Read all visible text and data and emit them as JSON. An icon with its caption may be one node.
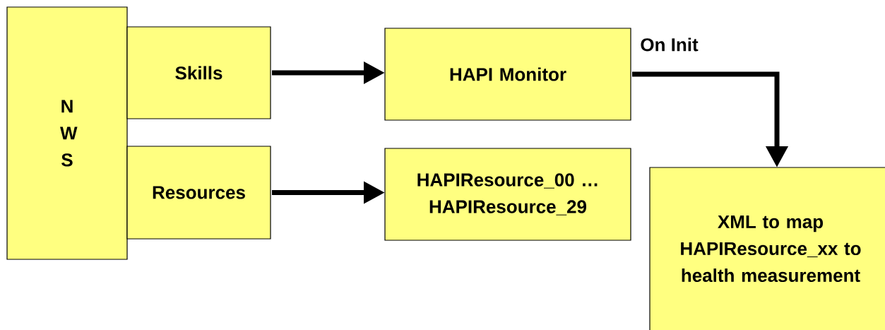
{
  "diagram": {
    "nodes": [
      {
        "text": [
          "N W S"
        ]
      },
      {
        "text": [
          "Skills"
        ]
      },
      {
        "text": [
          "Resources"
        ]
      },
      {
        "text": [
          "HAPI Monitor"
        ]
      },
      {
        "text": [
          "HAPIResource_00 … HAPIResource_29"
        ]
      },
      {
        "text": [
          "XML to map HAPIResource_xx to health measurement"
        ]
      }
    ],
    "edges": [
      {
        "from": 1,
        "to": 3,
        "arrow": "to"
      },
      {
        "from": 2,
        "to": 4,
        "arrow": "to"
      },
      {
        "from": 3,
        "to": 5,
        "arrow": "to",
        "label": "On Init"
      }
    ]
  }
}
